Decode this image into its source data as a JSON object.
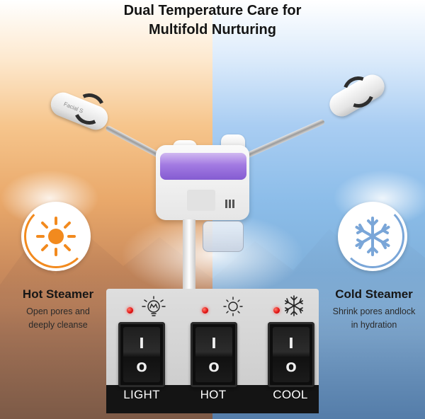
{
  "headline": {
    "line1": "Dual Temperature Care for",
    "line2": "Multifold Nurturing"
  },
  "device": {
    "nozzle_text": "Facial S"
  },
  "hot_feature": {
    "title": "Hot Steamer",
    "desc_line1": "Open pores and",
    "desc_line2": "deeply cleanse",
    "icon": "sun-icon",
    "accent_color": "#f28a1e"
  },
  "cold_feature": {
    "title": "Cold Steamer",
    "desc_line1": "Shrink pores andlock",
    "desc_line2": "in hydration",
    "icon": "snowflake-icon",
    "accent_color": "#7aa6d8"
  },
  "switch_panel": {
    "on_symbol": "I",
    "off_symbol": "O",
    "switches": [
      {
        "label": "LIGHT",
        "icon": "lightbulb-icon"
      },
      {
        "label": "HOT",
        "icon": "sun-outline-icon"
      },
      {
        "label": "COOL",
        "icon": "snowflake-icon"
      }
    ],
    "led_color": "#e01010"
  }
}
